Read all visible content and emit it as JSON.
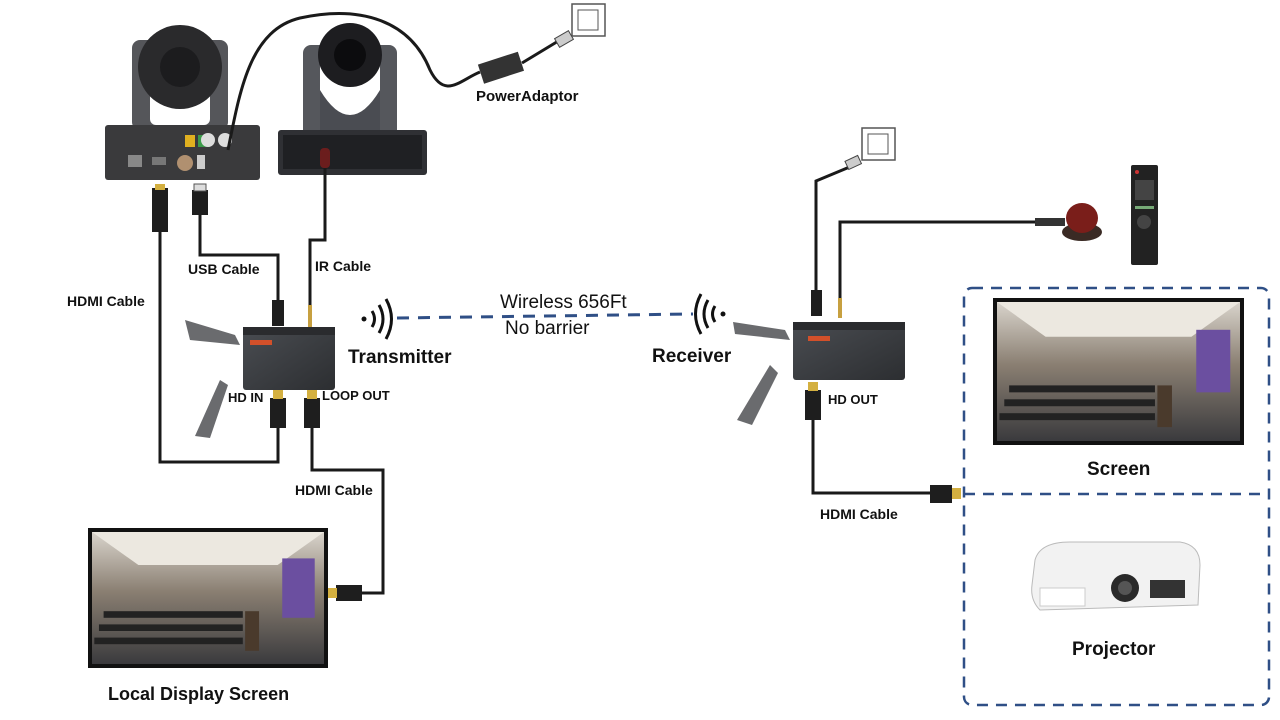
{
  "labels": {
    "power_adaptor": "PowerAdaptor",
    "usb_cable": "USB Cable",
    "ir_cable": "IR Cable",
    "hdmi_cable_camera": "HDMI Cable",
    "transmitter": "Transmitter",
    "hd_in": "HD IN",
    "loop_out": "LOOP OUT",
    "hdmi_cable_local": "HDMI Cable",
    "local_display": "Local Display Screen",
    "wireless_range": "Wireless 656Ft",
    "no_barrier": "No barrier",
    "receiver": "Receiver",
    "hd_out": "HD OUT",
    "hdmi_cable_receiver": "HDMI Cable",
    "screen": "Screen",
    "projector": "Projector"
  },
  "colors": {
    "dashed_link": "#2f4f86",
    "cable": "#1a1a1a",
    "device_body": "#3e4146",
    "text": "#111111"
  },
  "icons": [
    "ptz-camera",
    "power-outlet",
    "power-adaptor",
    "wireless-signal",
    "hdmi-connector",
    "usb-connector",
    "ir-sensor",
    "remote-control",
    "display-screen",
    "projector"
  ]
}
